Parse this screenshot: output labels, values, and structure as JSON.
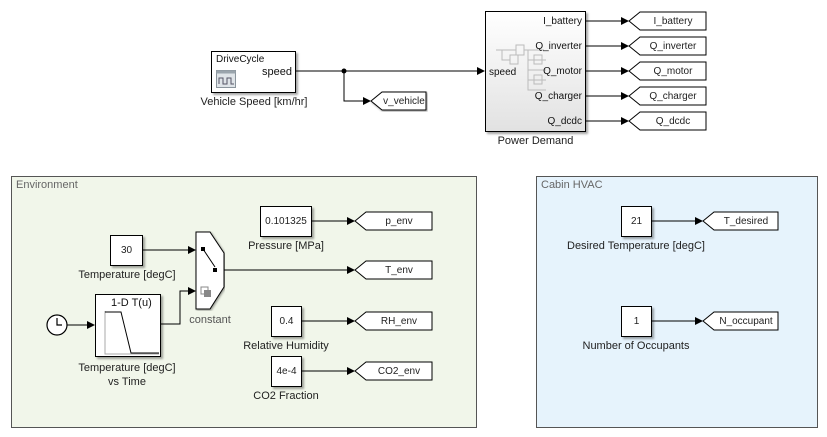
{
  "top": {
    "drive_cycle": {
      "header": "DriveCycle",
      "port": "speed",
      "label": "Vehicle Speed [km/hr]",
      "icon": "signal-builder-icon"
    },
    "power_demand": {
      "label": "Power Demand",
      "input_port": "speed",
      "output_ports": [
        "I_battery",
        "Q_inverter",
        "Q_motor",
        "Q_charger",
        "Q_dcdc"
      ]
    },
    "goto_tags": [
      "I_battery",
      "Q_inverter",
      "Q_motor",
      "Q_charger",
      "Q_dcdc"
    ],
    "v_vehicle_tag": "v_vehicle"
  },
  "environment": {
    "title": "Environment",
    "temp_const": {
      "value": "30",
      "label": "Temperature [degC]"
    },
    "lookup": {
      "title": "1-D T(u)",
      "label_line1": "Temperature [degC]",
      "label_line2": "vs Time"
    },
    "switch": {
      "label": "constant"
    },
    "pressure": {
      "value": "0.101325",
      "label": "Pressure [MPa]",
      "tag": "p_env"
    },
    "t_env_tag": "T_env",
    "humidity": {
      "value": "0.4",
      "label": "Relative Humidity",
      "tag": "RH_env"
    },
    "co2": {
      "value": "4e-4",
      "label": "CO2 Fraction",
      "tag": "CO2_env"
    },
    "bg_color": "#f0f6e9"
  },
  "cabin": {
    "title": "Cabin HVAC",
    "desired_temp": {
      "value": "21",
      "label": "Desired Temperature [degC]",
      "tag": "T_desired"
    },
    "occupants": {
      "value": "1",
      "label": "Number of Occupants",
      "tag": "N_occupant"
    },
    "bg_color": "#e6f3fc"
  }
}
